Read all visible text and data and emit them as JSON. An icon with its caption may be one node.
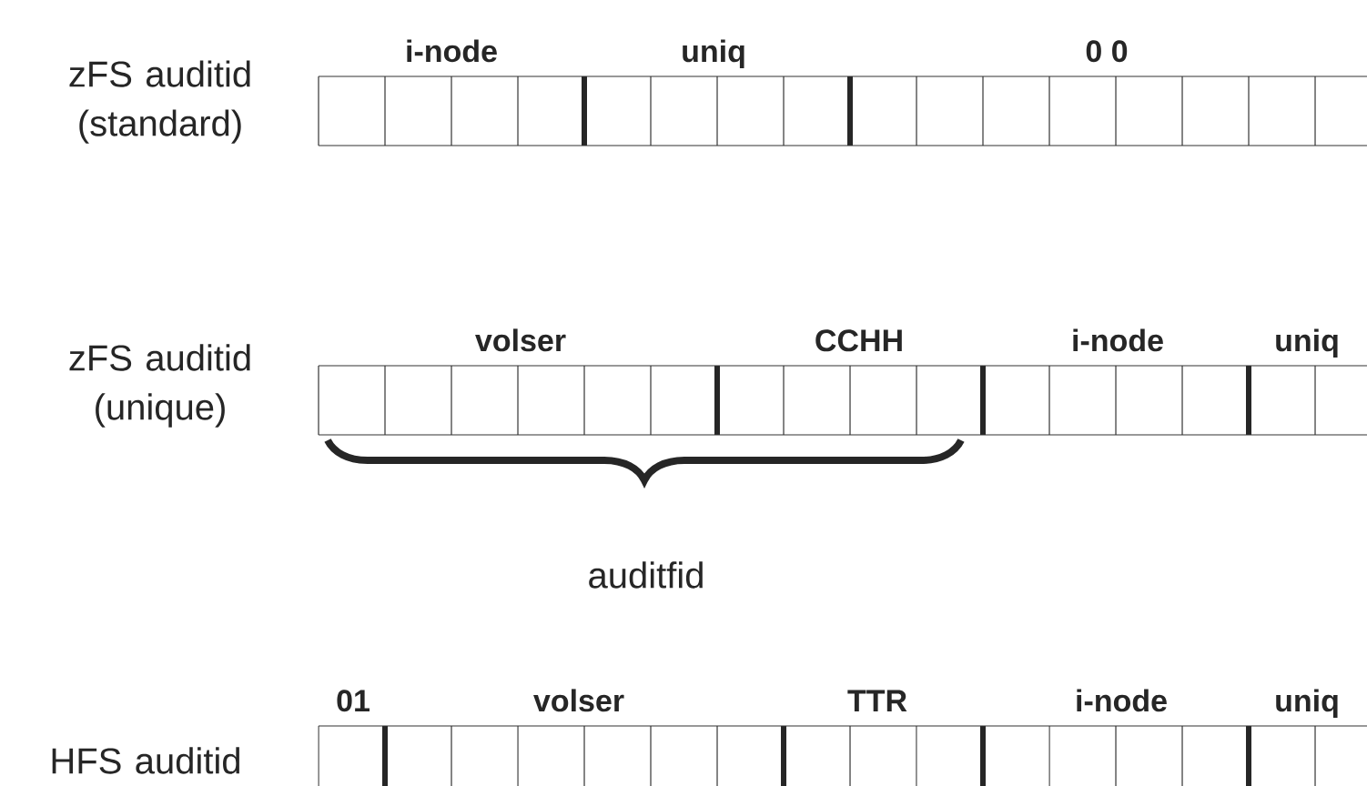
{
  "diagram": {
    "nodes": [
      {
        "text": [
          "i-node"
        ]
      },
      {
        "text": [
          "uniq"
        ]
      },
      {
        "text": [
          "0 0"
        ]
      },
      {
        "text": [
          "volser"
        ]
      },
      {
        "text": [
          "CCHH"
        ]
      },
      {
        "text": [
          "i-node"
        ]
      },
      {
        "text": [
          "uniq"
        ]
      },
      {
        "text": [
          "01"
        ]
      },
      {
        "text": [
          "volser"
        ]
      },
      {
        "text": [
          "TTR"
        ]
      },
      {
        "text": [
          "i-node"
        ]
      },
      {
        "text": [
          "uniq"
        ]
      }
    ],
    "labels": [
      "zFS auditid (standard)",
      "zFS auditid (unique)",
      "auditfid",
      "HFS auditid"
    ]
  }
}
